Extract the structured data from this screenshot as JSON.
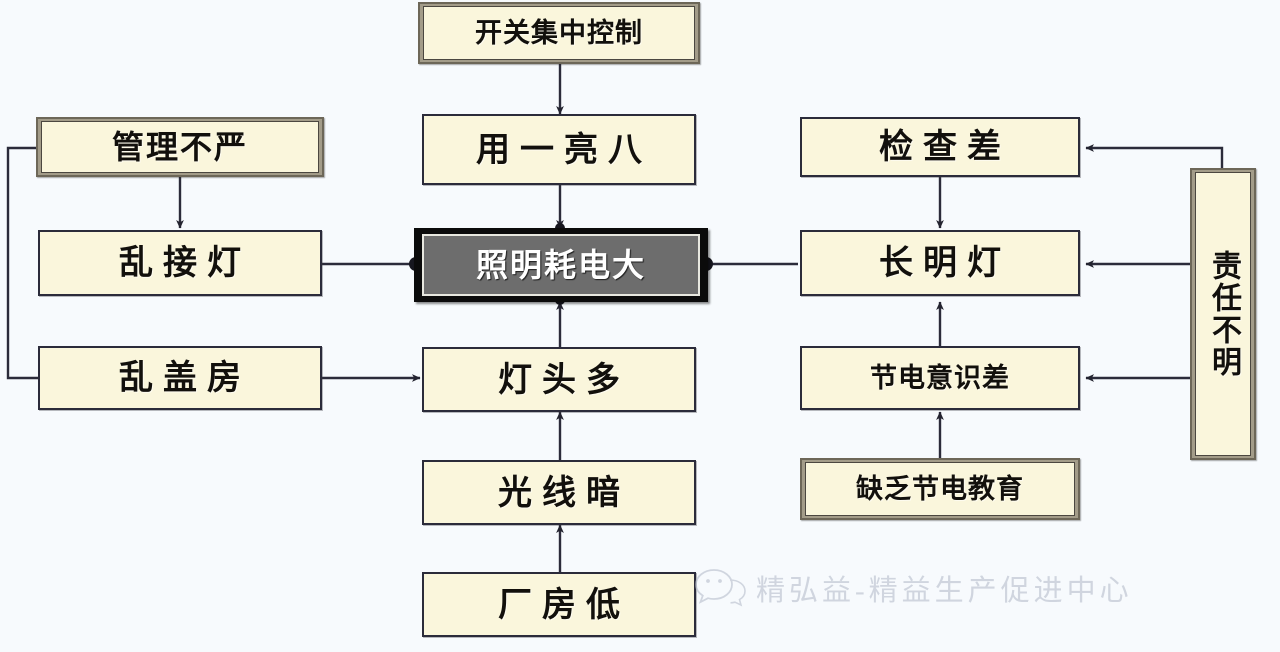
{
  "diagram": {
    "type": "cause-and-effect-flow",
    "background_color": "#f7fafd",
    "box_fill_color": "#faf6dc",
    "central_fill_color": "#6d6d6d",
    "line_color": "#2b2b3a",
    "nodes": [
      {
        "id": "switch_control",
        "text": "开关集中控制",
        "style": "framed",
        "column": "center"
      },
      {
        "id": "one_on_eight_lit",
        "text": "用一亮八",
        "style": "thin",
        "column": "center"
      },
      {
        "id": "central",
        "text": "照明耗电大",
        "style": "central",
        "column": "center"
      },
      {
        "id": "many_lamps",
        "text": "灯头多",
        "style": "thin",
        "column": "center"
      },
      {
        "id": "dim_light",
        "text": "光线暗",
        "style": "thin",
        "column": "center"
      },
      {
        "id": "low_workshop",
        "text": "厂房低",
        "style": "thin",
        "column": "center"
      },
      {
        "id": "lax_management",
        "text": "管理不严",
        "style": "framed",
        "column": "left"
      },
      {
        "id": "messy_wiring",
        "text": "乱接灯",
        "style": "thin",
        "column": "left"
      },
      {
        "id": "messy_building",
        "text": "乱盖房",
        "style": "thin",
        "column": "left"
      },
      {
        "id": "poor_inspection",
        "text": "检查差",
        "style": "thin",
        "column": "right"
      },
      {
        "id": "ever_on_lamp",
        "text": "长明灯",
        "style": "thin",
        "column": "right"
      },
      {
        "id": "low_awareness",
        "text": "节电意识差",
        "style": "thin",
        "column": "right"
      },
      {
        "id": "no_education",
        "text": "缺乏节电教育",
        "style": "framed",
        "column": "right"
      },
      {
        "id": "unclear_duty",
        "text": "责任不明",
        "style": "framed",
        "column": "far-right",
        "orientation": "vertical"
      }
    ],
    "edges": [
      {
        "from": "switch_control",
        "to": "one_on_eight_lit",
        "marker": "arrow"
      },
      {
        "from": "one_on_eight_lit",
        "to": "central",
        "marker": "arrow"
      },
      {
        "from": "lax_management",
        "to": "messy_wiring",
        "marker": "arrow"
      },
      {
        "from": "lax_management",
        "to": "messy_building",
        "marker": "arrow"
      },
      {
        "from": "messy_wiring",
        "to": "central",
        "marker": "diamond"
      },
      {
        "from": "messy_building",
        "to": "many_lamps",
        "marker": "arrow"
      },
      {
        "from": "low_workshop",
        "to": "dim_light",
        "marker": "arrow"
      },
      {
        "from": "dim_light",
        "to": "many_lamps",
        "marker": "arrow"
      },
      {
        "from": "many_lamps",
        "to": "central",
        "marker": "arrow"
      },
      {
        "from": "poor_inspection",
        "to": "ever_on_lamp",
        "marker": "arrow"
      },
      {
        "from": "ever_on_lamp",
        "to": "central",
        "marker": "diamond"
      },
      {
        "from": "no_education",
        "to": "low_awareness",
        "marker": "arrow"
      },
      {
        "from": "low_awareness",
        "to": "ever_on_lamp",
        "marker": "arrow"
      },
      {
        "from": "unclear_duty",
        "to": "poor_inspection",
        "marker": "arrow"
      },
      {
        "from": "unclear_duty",
        "to": "ever_on_lamp",
        "marker": "arrow"
      },
      {
        "from": "unclear_duty",
        "to": "low_awareness",
        "marker": "arrow"
      }
    ]
  },
  "watermark": {
    "text": "精弘益-精益生产促进中心",
    "logo": "wechat-logo",
    "color": "#b9c0cd"
  }
}
